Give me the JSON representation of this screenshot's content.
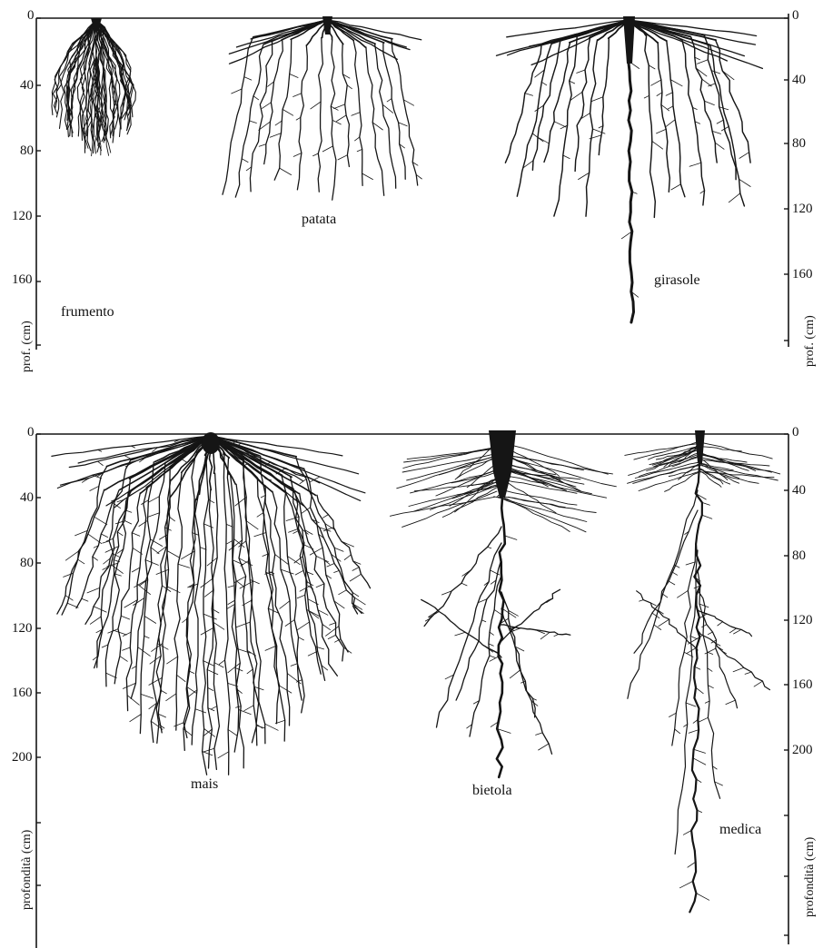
{
  "panels": [
    {
      "id": "top",
      "ytitle": "prof. (cm)",
      "ticks": [
        "0",
        "40",
        "80",
        "120",
        "160"
      ],
      "plants": [
        {
          "name": "frumento"
        },
        {
          "name": "patata"
        },
        {
          "name": "girasole"
        }
      ]
    },
    {
      "id": "bottom",
      "ytitle": "profondità (cm)",
      "ticks": [
        "0",
        "40",
        "80",
        "120",
        "160",
        "200"
      ],
      "plants": [
        {
          "name": "mais"
        },
        {
          "name": "bietola"
        },
        {
          "name": "medica"
        }
      ]
    }
  ],
  "colors": {
    "ink": "#151515",
    "background": "#ffffff"
  }
}
